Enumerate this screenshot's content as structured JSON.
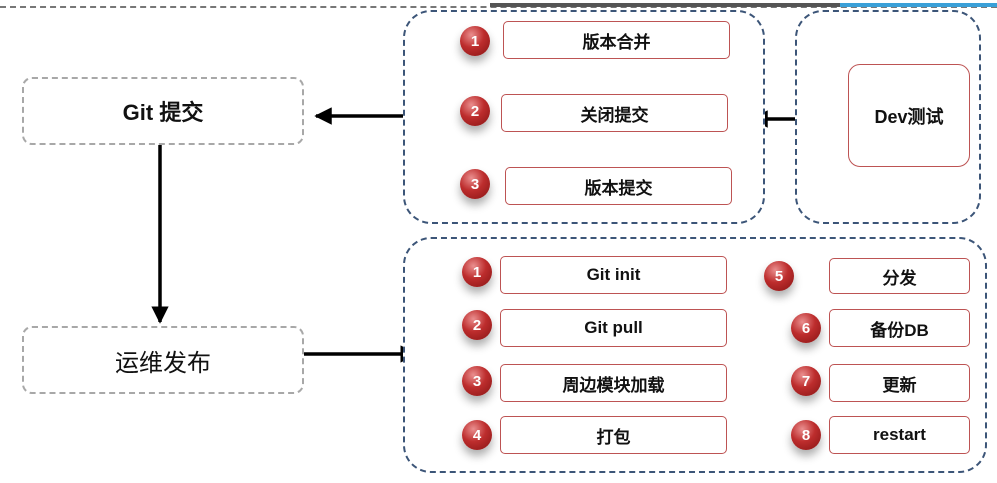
{
  "stages": {
    "git_commit": "Git 提交",
    "ops_release": "运维发布"
  },
  "dev_test": {
    "label": "Dev测试"
  },
  "commit_group": {
    "steps": [
      {
        "num": "1",
        "label": "版本合并"
      },
      {
        "num": "2",
        "label": "关闭提交"
      },
      {
        "num": "3",
        "label": "版本提交"
      }
    ]
  },
  "release_group": {
    "left_steps": [
      {
        "num": "1",
        "label": "Git init"
      },
      {
        "num": "2",
        "label": "Git pull"
      },
      {
        "num": "3",
        "label": "周边模块加载"
      },
      {
        "num": "4",
        "label": "打包"
      }
    ],
    "right_steps": [
      {
        "num": "5",
        "label": "分发"
      },
      {
        "num": "6",
        "label": "备份DB"
      },
      {
        "num": "7",
        "label": "更新"
      },
      {
        "num": "8",
        "label": "restart"
      }
    ]
  },
  "colors": {
    "group_border": "#3c5578",
    "step_border": "#bd5353",
    "badge": "#bd2d2d",
    "top_bar_dark": "#555555",
    "top_bar_blue": "#3aa0d8"
  }
}
